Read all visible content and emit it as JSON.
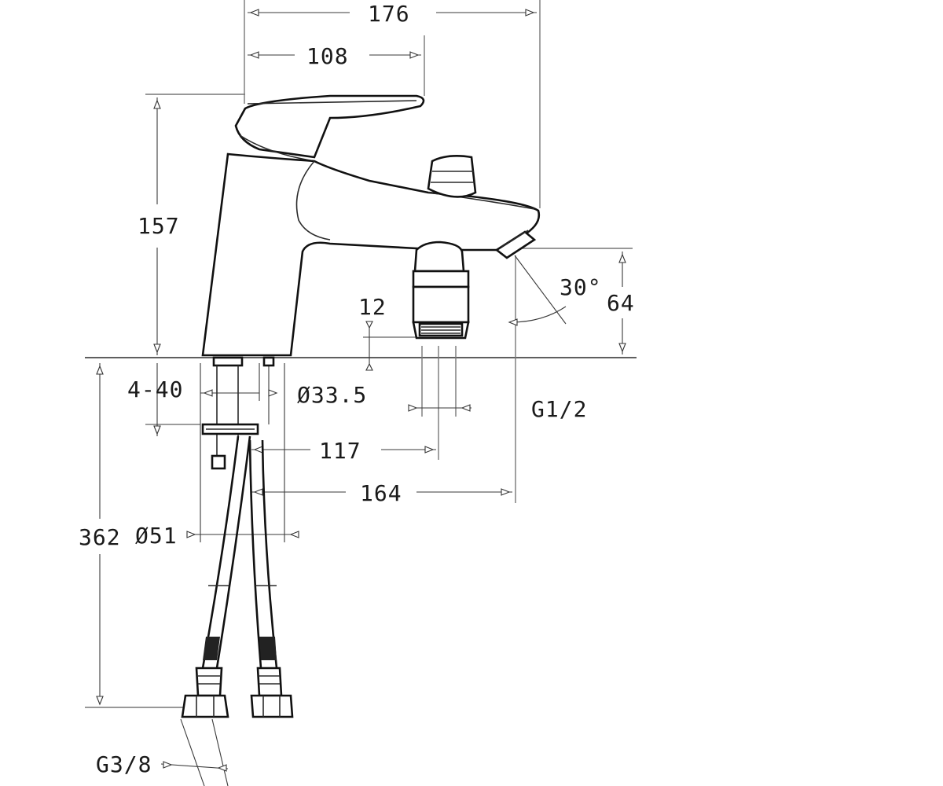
{
  "dimensions": {
    "total_width": "176",
    "lever_reach": "108",
    "height": "157",
    "aerator_drop": "12",
    "spout_height": "64",
    "spout_angle": "30°",
    "clamp_range": "4-40",
    "shank_diameter": "Ø33.5",
    "outlet_thread": "G1/2",
    "outlet_offset": "117",
    "spout_offset": "164",
    "hose_length": "362",
    "base_diameter": "Ø51",
    "hose_thread": "G3/8"
  },
  "colors": {
    "line": "#111111",
    "dimension_line": "#777777",
    "background": "#ffffff"
  }
}
